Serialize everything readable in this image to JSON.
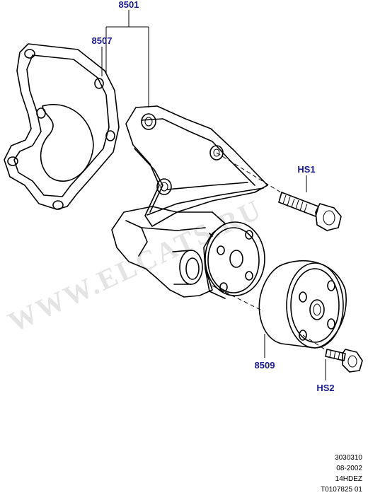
{
  "callouts": {
    "assembly": "8501",
    "gasket": "8507",
    "pulley": "8509",
    "bolt_1": "HS1",
    "bolt_2": "HS2"
  },
  "watermark": "WWW.ELCATS.RU",
  "reference": {
    "line_1": "3030310",
    "line_2": "08-2002",
    "line_3": "14HDEZ",
    "line_4": "T0107825 01"
  },
  "colors": {
    "callout": "#1a1a8c",
    "linework": "#000000",
    "watermark": "#e4e4e4"
  }
}
